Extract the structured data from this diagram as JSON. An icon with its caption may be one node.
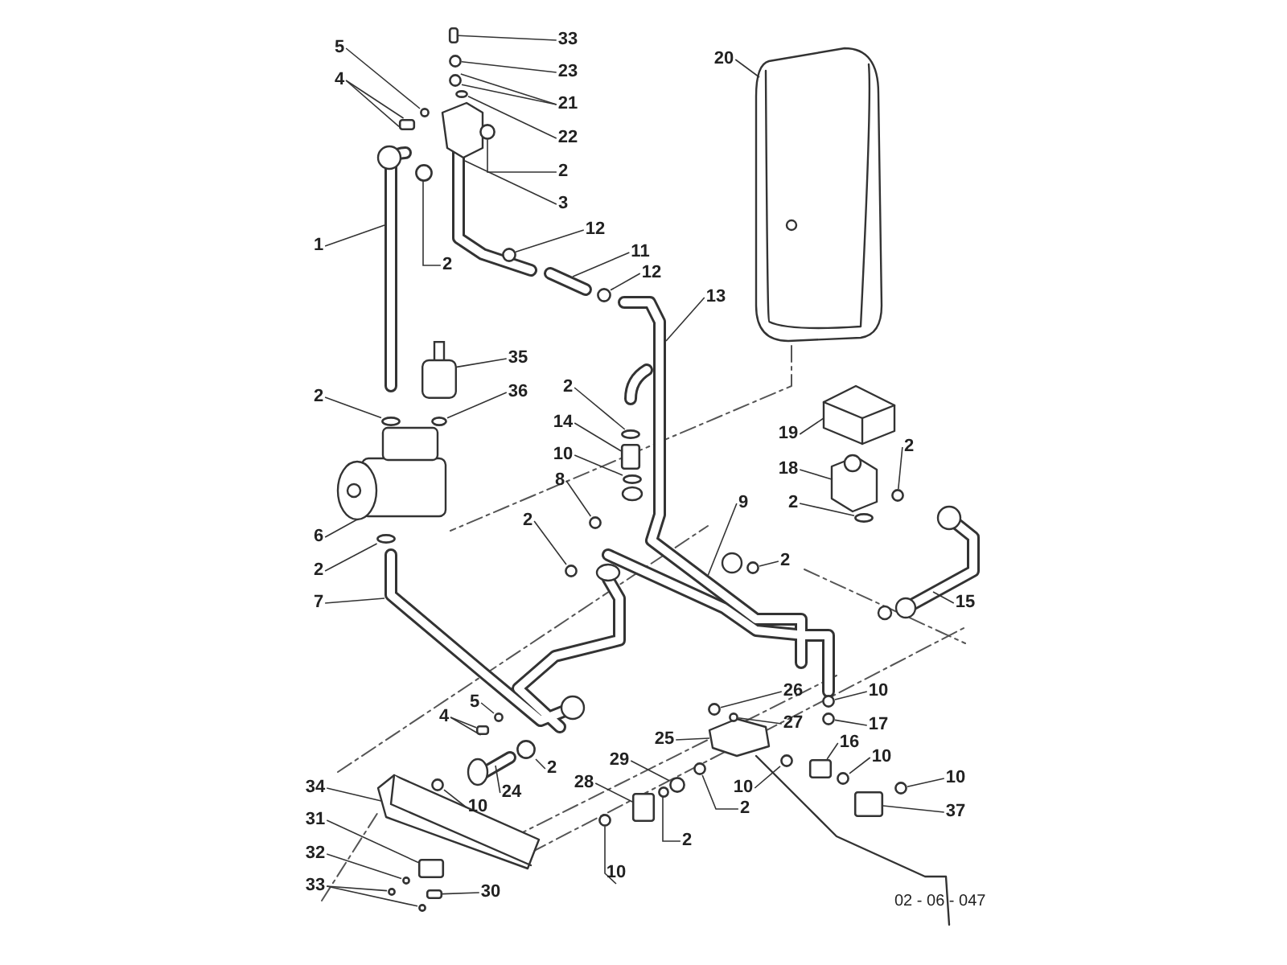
{
  "diagram": {
    "nodes": [
      {
        "text": [
          "33"
        ]
      },
      {
        "text": [
          "20"
        ]
      },
      {
        "text": [
          "5"
        ]
      },
      {
        "text": [
          "23"
        ]
      },
      {
        "text": [
          "4"
        ]
      },
      {
        "text": [
          "21"
        ]
      },
      {
        "text": [
          "22"
        ]
      },
      {
        "text": [
          "2"
        ]
      },
      {
        "text": [
          "3"
        ]
      },
      {
        "text": [
          "12"
        ]
      },
      {
        "text": [
          "1"
        ]
      },
      {
        "text": [
          "11"
        ]
      },
      {
        "text": [
          "2"
        ]
      },
      {
        "text": [
          "12"
        ]
      },
      {
        "text": [
          "13"
        ]
      },
      {
        "text": [
          "35"
        ]
      },
      {
        "text": [
          "2"
        ]
      },
      {
        "text": [
          "36"
        ]
      },
      {
        "text": [
          "2"
        ]
      },
      {
        "text": [
          "14"
        ]
      },
      {
        "text": [
          "19"
        ]
      },
      {
        "text": [
          "2"
        ]
      },
      {
        "text": [
          "10"
        ]
      },
      {
        "text": [
          "18"
        ]
      },
      {
        "text": [
          "8"
        ]
      },
      {
        "text": [
          "9"
        ]
      },
      {
        "text": [
          "2"
        ]
      },
      {
        "text": [
          "2"
        ]
      },
      {
        "text": [
          "6"
        ]
      },
      {
        "text": [
          "2"
        ]
      },
      {
        "text": [
          "2"
        ]
      },
      {
        "text": [
          "7"
        ]
      },
      {
        "text": [
          "15"
        ]
      },
      {
        "text": [
          "26"
        ]
      },
      {
        "text": [
          "10"
        ]
      },
      {
        "text": [
          "5"
        ]
      },
      {
        "text": [
          "4"
        ]
      },
      {
        "text": [
          "27"
        ]
      },
      {
        "text": [
          "17"
        ]
      },
      {
        "text": [
          "25"
        ]
      },
      {
        "text": [
          "16"
        ]
      },
      {
        "text": [
          "29"
        ]
      },
      {
        "text": [
          "10"
        ]
      },
      {
        "text": [
          "2"
        ]
      },
      {
        "text": [
          "10"
        ]
      },
      {
        "text": [
          "10"
        ]
      },
      {
        "text": [
          "28"
        ]
      },
      {
        "text": [
          "34"
        ]
      },
      {
        "text": [
          "24"
        ]
      },
      {
        "text": [
          "10"
        ]
      },
      {
        "text": [
          "2"
        ]
      },
      {
        "text": [
          "37"
        ]
      },
      {
        "text": [
          "31"
        ]
      },
      {
        "text": [
          "2"
        ]
      },
      {
        "text": [
          "32"
        ]
      },
      {
        "text": [
          "10"
        ]
      },
      {
        "text": [
          "33"
        ]
      },
      {
        "text": [
          "30"
        ]
      },
      {
        "text": [],
        "shape": "box"
      },
      {
        "text": [],
        "shape": "circle"
      },
      {
        "text": [],
        "shape": "box"
      },
      {
        "text": [],
        "shape": "circle"
      },
      {
        "text": [],
        "shape": "circle"
      },
      {
        "text": [],
        "shape": "circle"
      },
      {
        "text": [],
        "shape": "circle"
      },
      {
        "text": [],
        "shape": "circle"
      },
      {
        "text": [],
        "shape": "circle"
      },
      {
        "text": [],
        "shape": "circle"
      },
      {
        "text": [],
        "shape": "circle"
      },
      {
        "text": [],
        "shape": "circle"
      },
      {
        "text": [],
        "shape": "circle"
      },
      {
        "text": [],
        "shape": "box"
      },
      {
        "text": [],
        "shape": "circle"
      },
      {
        "text": [],
        "shape": "circle"
      },
      {
        "text": [],
        "shape": "circle"
      },
      {
        "text": [],
        "shape": "circle"
      },
      {
        "text": [],
        "shape": "circle"
      },
      {
        "text": [],
        "shape": "circle"
      },
      {
        "text": [],
        "shape": "circle"
      },
      {
        "text": [],
        "shape": "circle"
      },
      {
        "text": [],
        "shape": "circle"
      },
      {
        "text": [],
        "shape": "circle"
      },
      {
        "text": [],
        "shape": "box"
      },
      {
        "text": [],
        "shape": "circle"
      },
      {
        "text": [],
        "shape": "circle"
      },
      {
        "text": [],
        "shape": "box"
      },
      {
        "text": [],
        "shape": "circle"
      },
      {
        "text": [],
        "shape": "circle"
      },
      {
        "text": [],
        "shape": "circle"
      },
      {
        "text": [],
        "shape": "circle"
      },
      {
        "text": [],
        "shape": "circle"
      },
      {
        "text": [],
        "shape": "box"
      },
      {
        "text": [],
        "shape": "circle"
      },
      {
        "text": [],
        "shape": "circle"
      },
      {
        "text": [],
        "shape": "box"
      },
      {
        "text": [],
        "shape": "box"
      },
      {
        "text": [],
        "shape": "circle"
      },
      {
        "text": [],
        "shape": "circle"
      },
      {
        "text": [],
        "shape": "circle"
      },
      {
        "text": [],
        "shape": "circle"
      },
      {
        "text": [],
        "shape": "box"
      },
      {
        "text": [],
        "shape": "circle"
      },
      {
        "text": [],
        "shape": "cylinder"
      }
    ],
    "edges": [
      {
        "from": 0,
        "to": 58,
        "arrow": "none"
      },
      {
        "from": 1,
        "to": null,
        "arrow": "none"
      },
      {
        "from": 2,
        "to": 59,
        "arrow": "none"
      },
      {
        "from": 3,
        "to": 61,
        "arrow": "none"
      },
      {
        "from": 4,
        "to": 60,
        "arrow": "none"
      },
      {
        "from": 4,
        "to": 60,
        "arrow": "none"
      },
      {
        "from": 5,
        "to": 62,
        "arrow": "none"
      },
      {
        "from": 5,
        "to": 62,
        "arrow": "none"
      },
      {
        "from": 6,
        "to": 63,
        "arrow": "none"
      },
      {
        "from": 7,
        "to": 64,
        "arrow": "none"
      },
      {
        "from": 8,
        "to": null,
        "arrow": "none"
      },
      {
        "from": 9,
        "to": 65,
        "arrow": "none"
      },
      {
        "from": 10,
        "to": null,
        "arrow": "none"
      },
      {
        "from": 11,
        "to": null,
        "arrow": "none"
      },
      {
        "from": 12,
        "to": 66,
        "arrow": "none"
      },
      {
        "from": 13,
        "to": 67,
        "arrow": "none"
      },
      {
        "from": 14,
        "to": null,
        "arrow": "none"
      },
      {
        "from": 15,
        "to": 102,
        "arrow": "none"
      },
      {
        "from": 16,
        "to": 68,
        "arrow": "none"
      },
      {
        "from": 17,
        "to": 69,
        "arrow": "none"
      },
      {
        "from": 18,
        "to": 70,
        "arrow": "none"
      },
      {
        "from": 19,
        "to": 71,
        "arrow": "none"
      },
      {
        "from": 20,
        "to": null,
        "arrow": "none"
      },
      {
        "from": 21,
        "to": 72,
        "arrow": "none"
      },
      {
        "from": 22,
        "to": 73,
        "arrow": "none"
      },
      {
        "from": 23,
        "to": null,
        "arrow": "none"
      },
      {
        "from": 24,
        "to": 74,
        "arrow": "none"
      },
      {
        "from": 25,
        "to": null,
        "arrow": "none"
      },
      {
        "from": 26,
        "to": 75,
        "arrow": "none"
      },
      {
        "from": 27,
        "to": 76,
        "arrow": "none"
      },
      {
        "from": 28,
        "to": null,
        "arrow": "none"
      },
      {
        "from": 29,
        "to": 77,
        "arrow": "none"
      },
      {
        "from": 30,
        "to": 78,
        "arrow": "none"
      },
      {
        "from": 31,
        "to": null,
        "arrow": "none"
      },
      {
        "from": 32,
        "to": null,
        "arrow": "none"
      },
      {
        "from": 33,
        "to": 79,
        "arrow": "none"
      },
      {
        "from": 34,
        "to": 80,
        "arrow": "none"
      },
      {
        "from": 35,
        "to": 81,
        "arrow": "none"
      },
      {
        "from": 36,
        "to": 82,
        "arrow": "none"
      },
      {
        "from": 36,
        "to": 82,
        "arrow": "none"
      },
      {
        "from": 37,
        "to": 83,
        "arrow": "none"
      },
      {
        "from": 38,
        "to": 84,
        "arrow": "none"
      },
      {
        "from": 39,
        "to": null,
        "arrow": "none"
      },
      {
        "from": 40,
        "to": 85,
        "arrow": "none"
      },
      {
        "from": 41,
        "to": 86,
        "arrow": "none"
      },
      {
        "from": 42,
        "to": 87,
        "arrow": "none"
      },
      {
        "from": 43,
        "to": 88,
        "arrow": "none"
      },
      {
        "from": 44,
        "to": 89,
        "arrow": "none"
      },
      {
        "from": 45,
        "to": 90,
        "arrow": "none"
      },
      {
        "from": 46,
        "to": 91,
        "arrow": "none"
      },
      {
        "from": 47,
        "to": null,
        "arrow": "none"
      },
      {
        "from": 48,
        "to": null,
        "arrow": "none"
      },
      {
        "from": 49,
        "to": 92,
        "arrow": "none"
      },
      {
        "from": 50,
        "to": 93,
        "arrow": "none"
      },
      {
        "from": 51,
        "to": 94,
        "arrow": "none"
      },
      {
        "from": 52,
        "to": 95,
        "arrow": "none"
      },
      {
        "from": 53,
        "to": 96,
        "arrow": "none"
      },
      {
        "from": 54,
        "to": 97,
        "arrow": "none"
      },
      {
        "from": 55,
        "to": 98,
        "arrow": "none"
      },
      {
        "from": 56,
        "to": 99,
        "arrow": "none"
      },
      {
        "from": 57,
        "to": 100,
        "arrow": "none"
      },
      {
        "from": 56,
        "to": 101,
        "arrow": "none"
      }
    ],
    "labels": [
      "02 - 06 - 047"
    ]
  }
}
